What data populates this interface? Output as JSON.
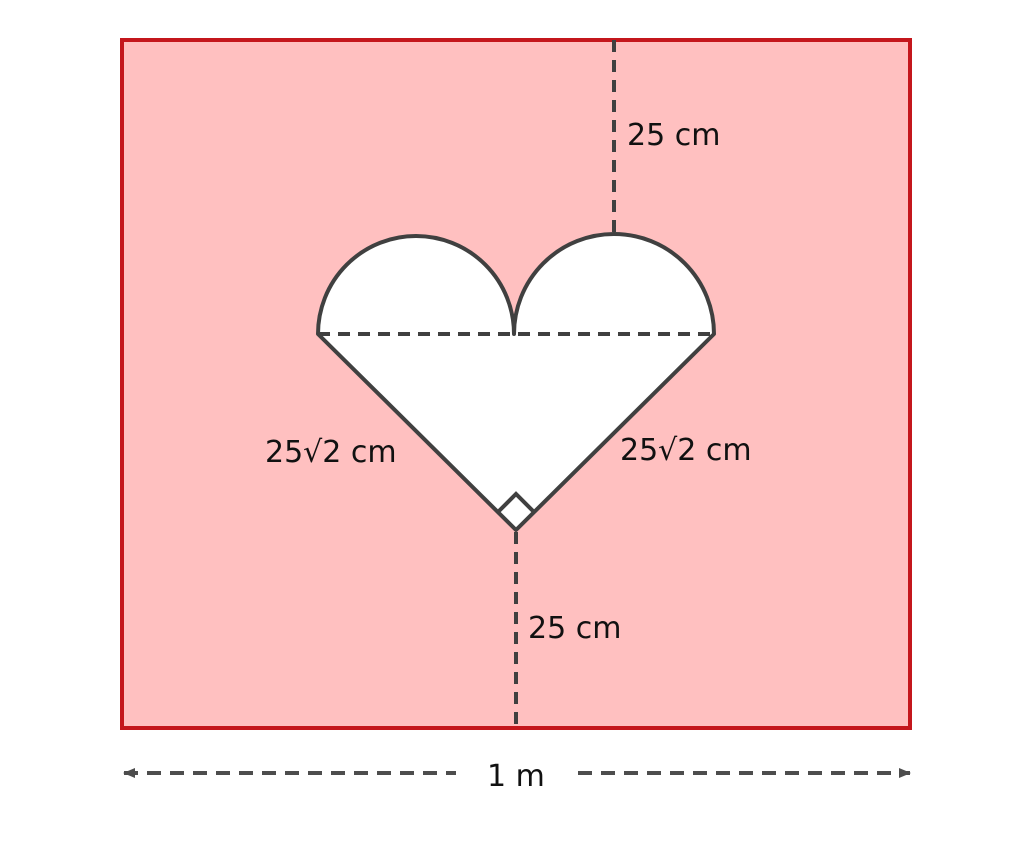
{
  "colors": {
    "background_fill": "#ffc0c0",
    "border_stroke": "#c4161c",
    "heart_fill": "#ffffff",
    "heart_stroke": "#404040",
    "dashed_line": "#404040",
    "arrow": "#4d4d4d"
  },
  "labels": {
    "top_distance": "25 cm",
    "left_side": "25√2 cm",
    "right_side": "25√2 cm",
    "bottom_distance": "25 cm",
    "width": "1 m"
  }
}
